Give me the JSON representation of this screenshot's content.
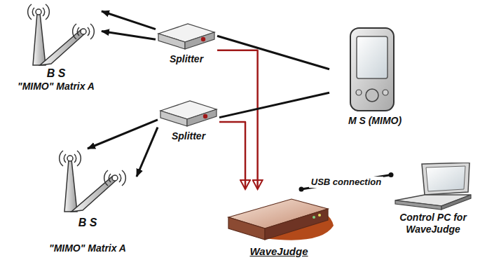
{
  "diagram": {
    "nodes": [
      {
        "text": [
          "B S",
          "\"MIMO\" Matrix A"
        ]
      },
      {
        "text": [
          "Splitter"
        ]
      },
      {
        "text": [
          "M S (MIMO)"
        ]
      },
      {
        "text": [
          "Splitter"
        ]
      },
      {
        "text": [
          "B S",
          "\"MIMO\" Matrix A"
        ]
      },
      {
        "text": [
          "WaveJudge"
        ]
      },
      {
        "text": [
          "Control PC for WaveJudge"
        ]
      }
    ],
    "edges": [
      {
        "from": 1,
        "to": 0,
        "arrow": "to"
      },
      {
        "from": 1,
        "to": 0,
        "arrow": "to"
      },
      {
        "from": 1,
        "to": 2,
        "arrow": "none"
      },
      {
        "from": 1,
        "to": 5,
        "arrow": "to"
      },
      {
        "from": 3,
        "to": 4,
        "arrow": "to"
      },
      {
        "from": 3,
        "to": 4,
        "arrow": "to"
      },
      {
        "from": 3,
        "to": 2,
        "arrow": "none"
      },
      {
        "from": 3,
        "to": 5,
        "arrow": "to"
      },
      {
        "from": 5,
        "to": 6,
        "label": "USB connection",
        "arrow": "none"
      }
    ]
  }
}
